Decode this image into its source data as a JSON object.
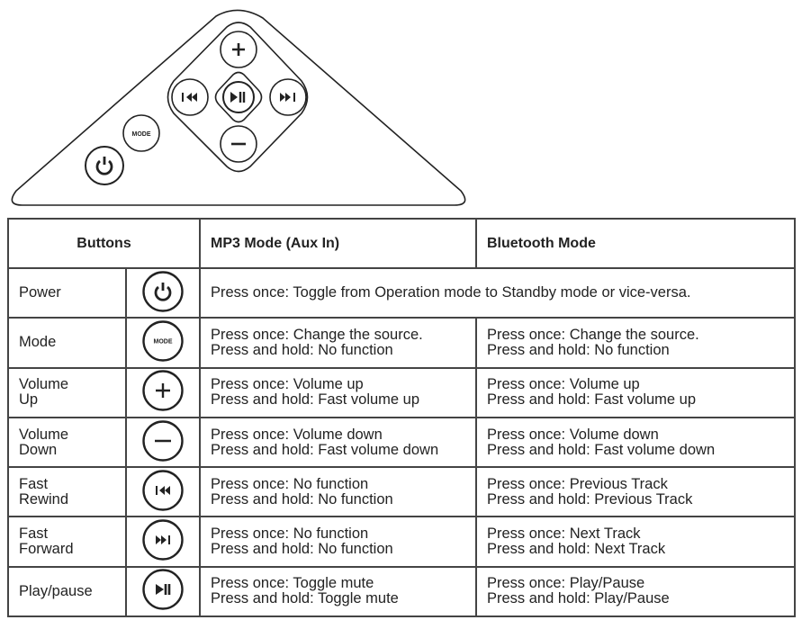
{
  "diagram": {
    "mode_label": "MODE"
  },
  "table": {
    "headers": {
      "buttons": "Buttons",
      "mp3": "MP3 Mode (Aux In)",
      "bluetooth": "Bluetooth Mode"
    },
    "rows": [
      {
        "name": [
          "Power"
        ],
        "icon": "power-icon",
        "span": true,
        "mp3": [
          "Press once: Toggle from Operation mode to Standby mode or vice-versa."
        ],
        "bt": []
      },
      {
        "name": [
          "Mode"
        ],
        "icon": "mode-icon",
        "mp3": [
          "Press once: Change the source.",
          "Press and hold: No function"
        ],
        "bt": [
          "Press once: Change the source.",
          "Press and hold: No function"
        ]
      },
      {
        "name": [
          "Volume",
          "Up"
        ],
        "icon": "plus-icon",
        "mp3": [
          "Press once: Volume up",
          "Press and hold: Fast volume up"
        ],
        "bt": [
          "Press once: Volume up",
          "Press and hold: Fast volume up"
        ]
      },
      {
        "name": [
          "Volume",
          "Down"
        ],
        "icon": "minus-icon",
        "mp3": [
          "Press once: Volume down",
          "Press and hold: Fast volume down"
        ],
        "bt": [
          "Press once: Volume down",
          "Press and hold: Fast volume down"
        ]
      },
      {
        "name": [
          "Fast",
          "Rewind"
        ],
        "icon": "rewind-icon",
        "mp3": [
          "Press once: No function",
          "Press and hold: No function"
        ],
        "bt": [
          "Press once: Previous Track",
          "Press and hold: Previous Track"
        ]
      },
      {
        "name": [
          "Fast",
          "Forward"
        ],
        "icon": "forward-icon",
        "mp3": [
          "Press once: No function",
          "Press and hold: No function"
        ],
        "bt": [
          "Press once: Next Track",
          "Press and hold: Next Track"
        ]
      },
      {
        "name": [
          "Play/pause"
        ],
        "icon": "play-pause-icon",
        "mp3": [
          "Press once: Toggle mute",
          "Press and hold: Toggle mute"
        ],
        "bt": [
          "Press once: Play/Pause",
          "Press and hold: Play/Pause"
        ]
      }
    ]
  }
}
